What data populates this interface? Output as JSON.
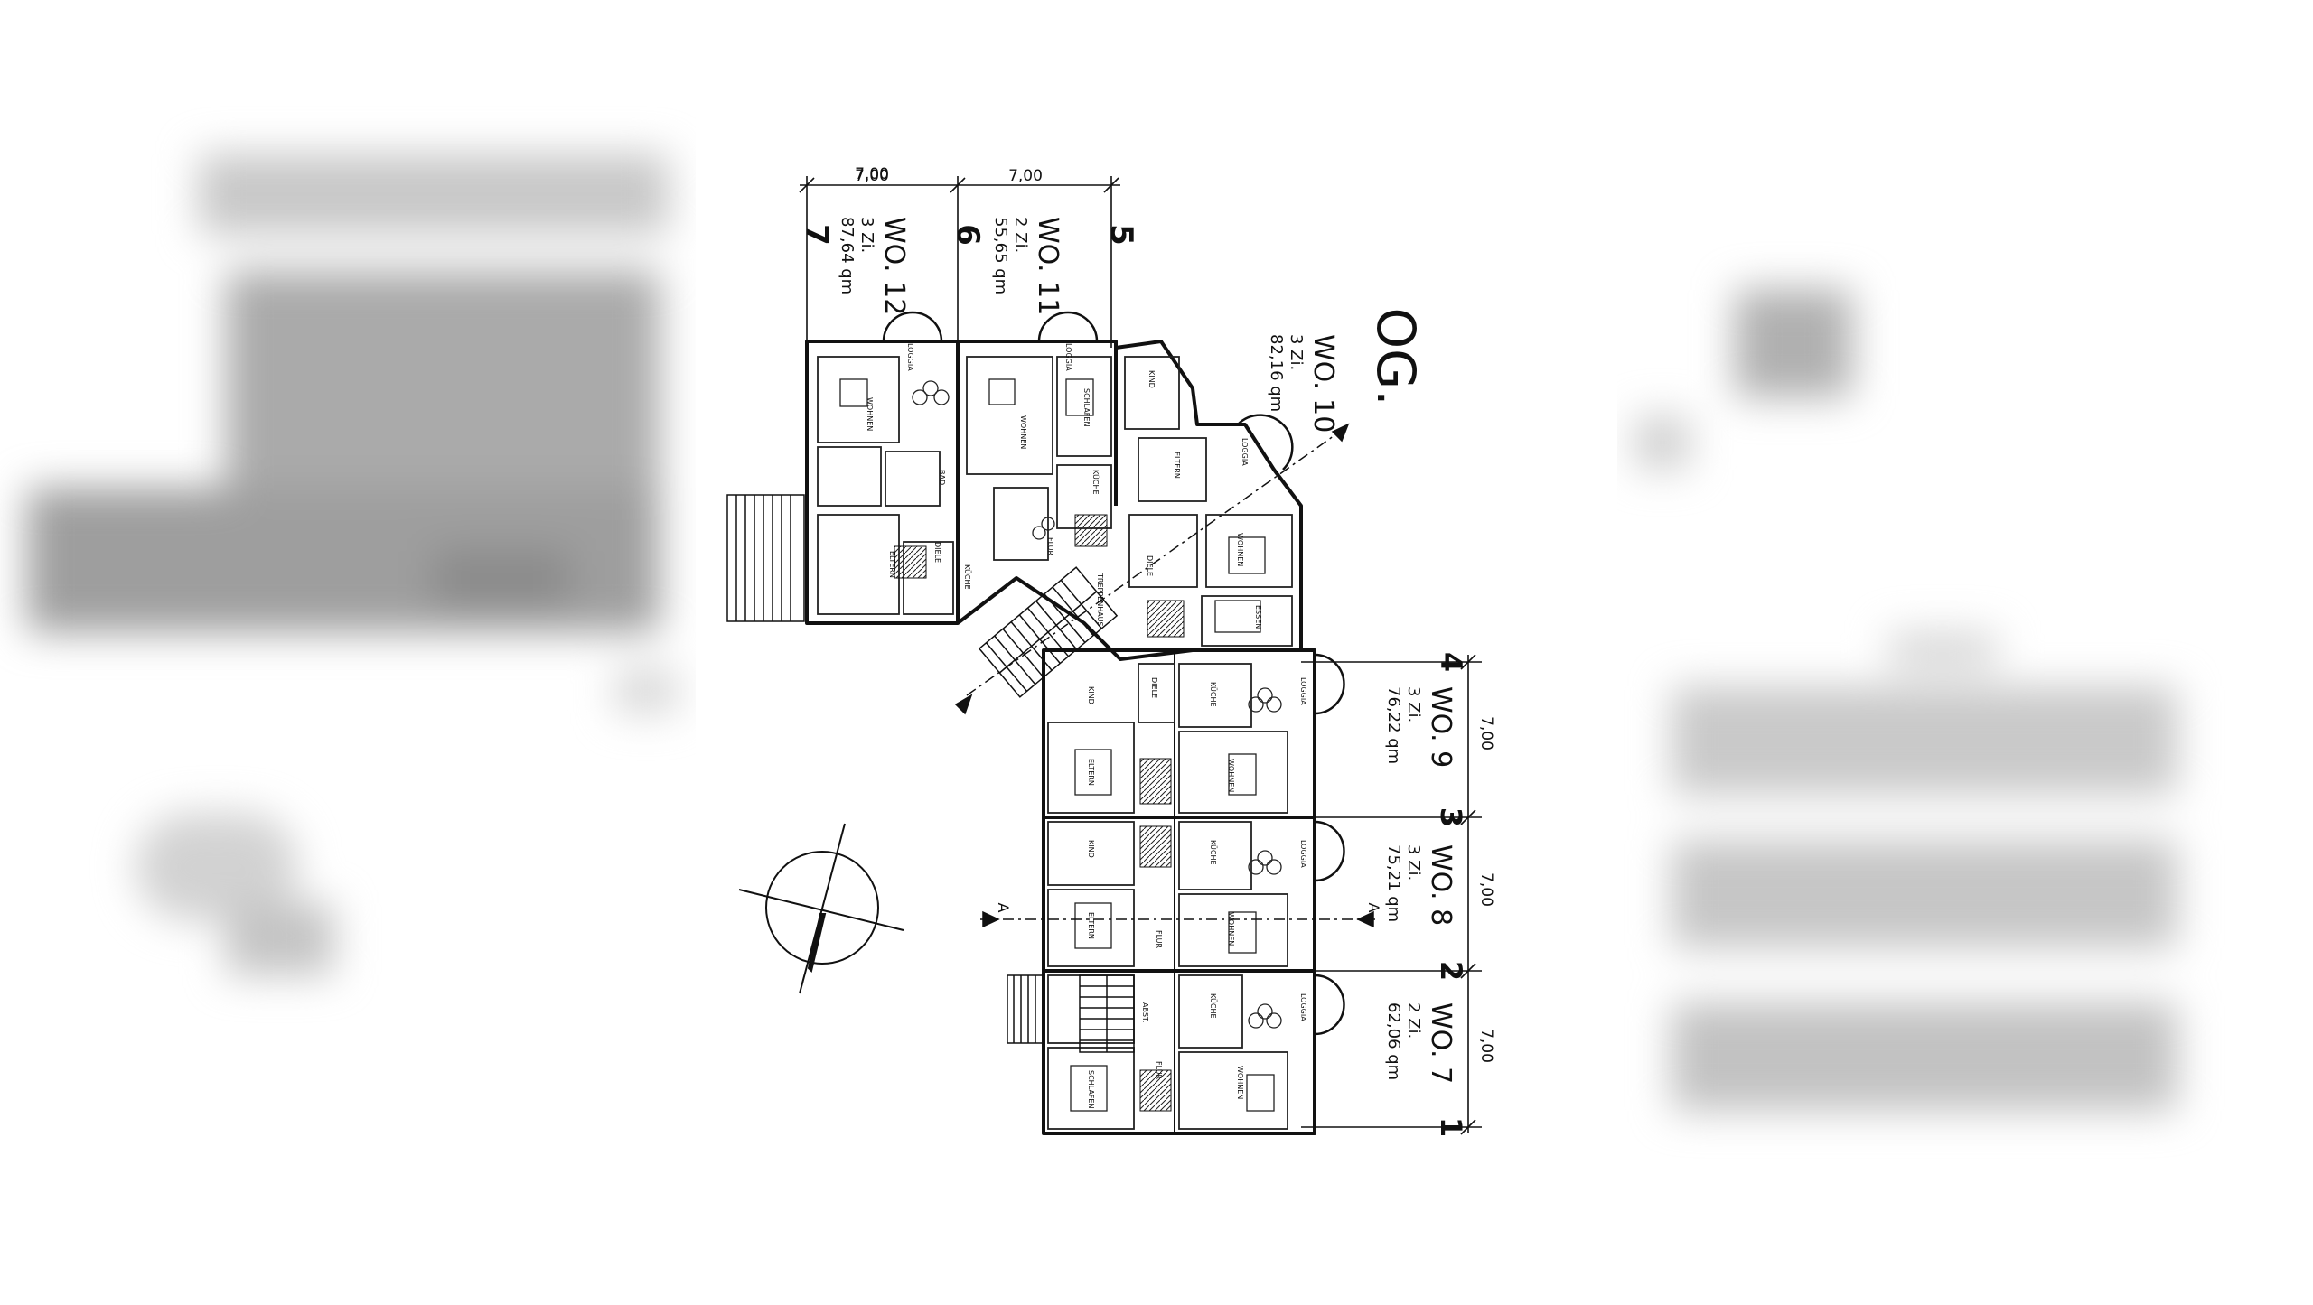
{
  "floor_label": "OG.",
  "compass": {
    "section_marker": "A"
  },
  "axes": {
    "top": [
      {
        "label": "7"
      },
      {
        "label": "6"
      },
      {
        "label": "5"
      }
    ],
    "top_dims": [
      "7,00",
      "7,00"
    ],
    "right": [
      {
        "label": "4"
      },
      {
        "label": "3"
      },
      {
        "label": "2"
      },
      {
        "label": "1"
      }
    ],
    "right_dims": [
      "7,00",
      "7,00",
      "7,00"
    ]
  },
  "units": [
    {
      "name": "WO. 12",
      "rooms": "3 Zi.",
      "area": "87,64 qm"
    },
    {
      "name": "WO. 11",
      "rooms": "2 Zi.",
      "area": "55,65 qm"
    },
    {
      "name": "WO. 10",
      "rooms": "3 Zi.",
      "area": "82,16 qm"
    },
    {
      "name": "WO. 9",
      "rooms": "3 Zi.",
      "area": "76,22 qm"
    },
    {
      "name": "WO. 8",
      "rooms": "3 Zi.",
      "area": "75,21 qm"
    },
    {
      "name": "WO. 7",
      "rooms": "2 Zi.",
      "area": "62,06 qm"
    }
  ],
  "room_labels": {
    "loggia": "LOGGIA",
    "wohnen": "WOHNEN",
    "schlafen": "SCHLAFEN",
    "kueche": "KÜCHE",
    "diele": "DIELE",
    "bad": "BAD",
    "eltern": "ELTERN",
    "kind": "KIND",
    "essen": "ESSEN",
    "flur": "FLUR",
    "treppenhaus": "TREPPENHAUS",
    "abst": "ABST."
  }
}
